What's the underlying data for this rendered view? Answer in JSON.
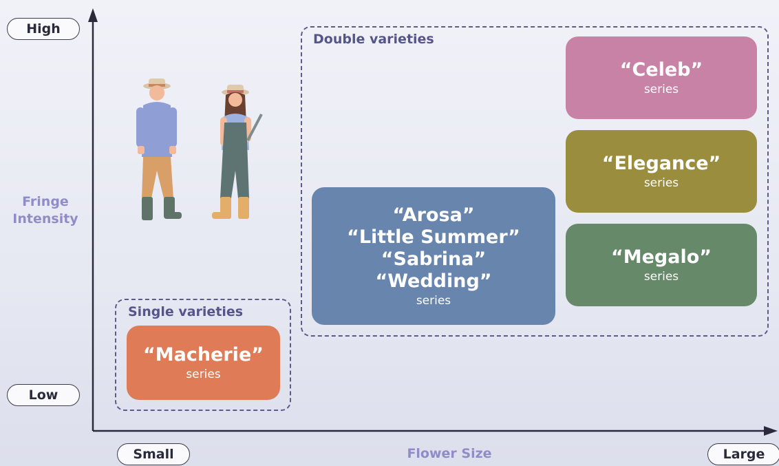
{
  "axes": {
    "y_title_line1": "Fringe",
    "y_title_line2": "Intensity",
    "y_high": "High",
    "y_low": "Low",
    "x_title": "Flower Size",
    "x_small": "Small",
    "x_large": "Large"
  },
  "groups": {
    "double": {
      "label": "Double varieties"
    },
    "single": {
      "label": "Single varieties"
    }
  },
  "cards": {
    "celeb": {
      "name": "“Celeb”",
      "sub": "series",
      "color": "#c882a6"
    },
    "elegance": {
      "name": "“Elegance”",
      "sub": "series",
      "color": "#9a8d3e"
    },
    "megalo": {
      "name": "“Megalo”",
      "sub": "series",
      "color": "#66896a"
    },
    "multi": {
      "line1": "“Arosa”",
      "line2": "“Little Summer”",
      "line3": "“Sabrina”",
      "line4": "“Wedding”",
      "sub": "series",
      "color": "#6785ad"
    },
    "macherie": {
      "name": "“Macherie”",
      "sub": "series",
      "color": "#e07b58"
    }
  },
  "illustration": {
    "icon": "gardeners-illustration"
  }
}
